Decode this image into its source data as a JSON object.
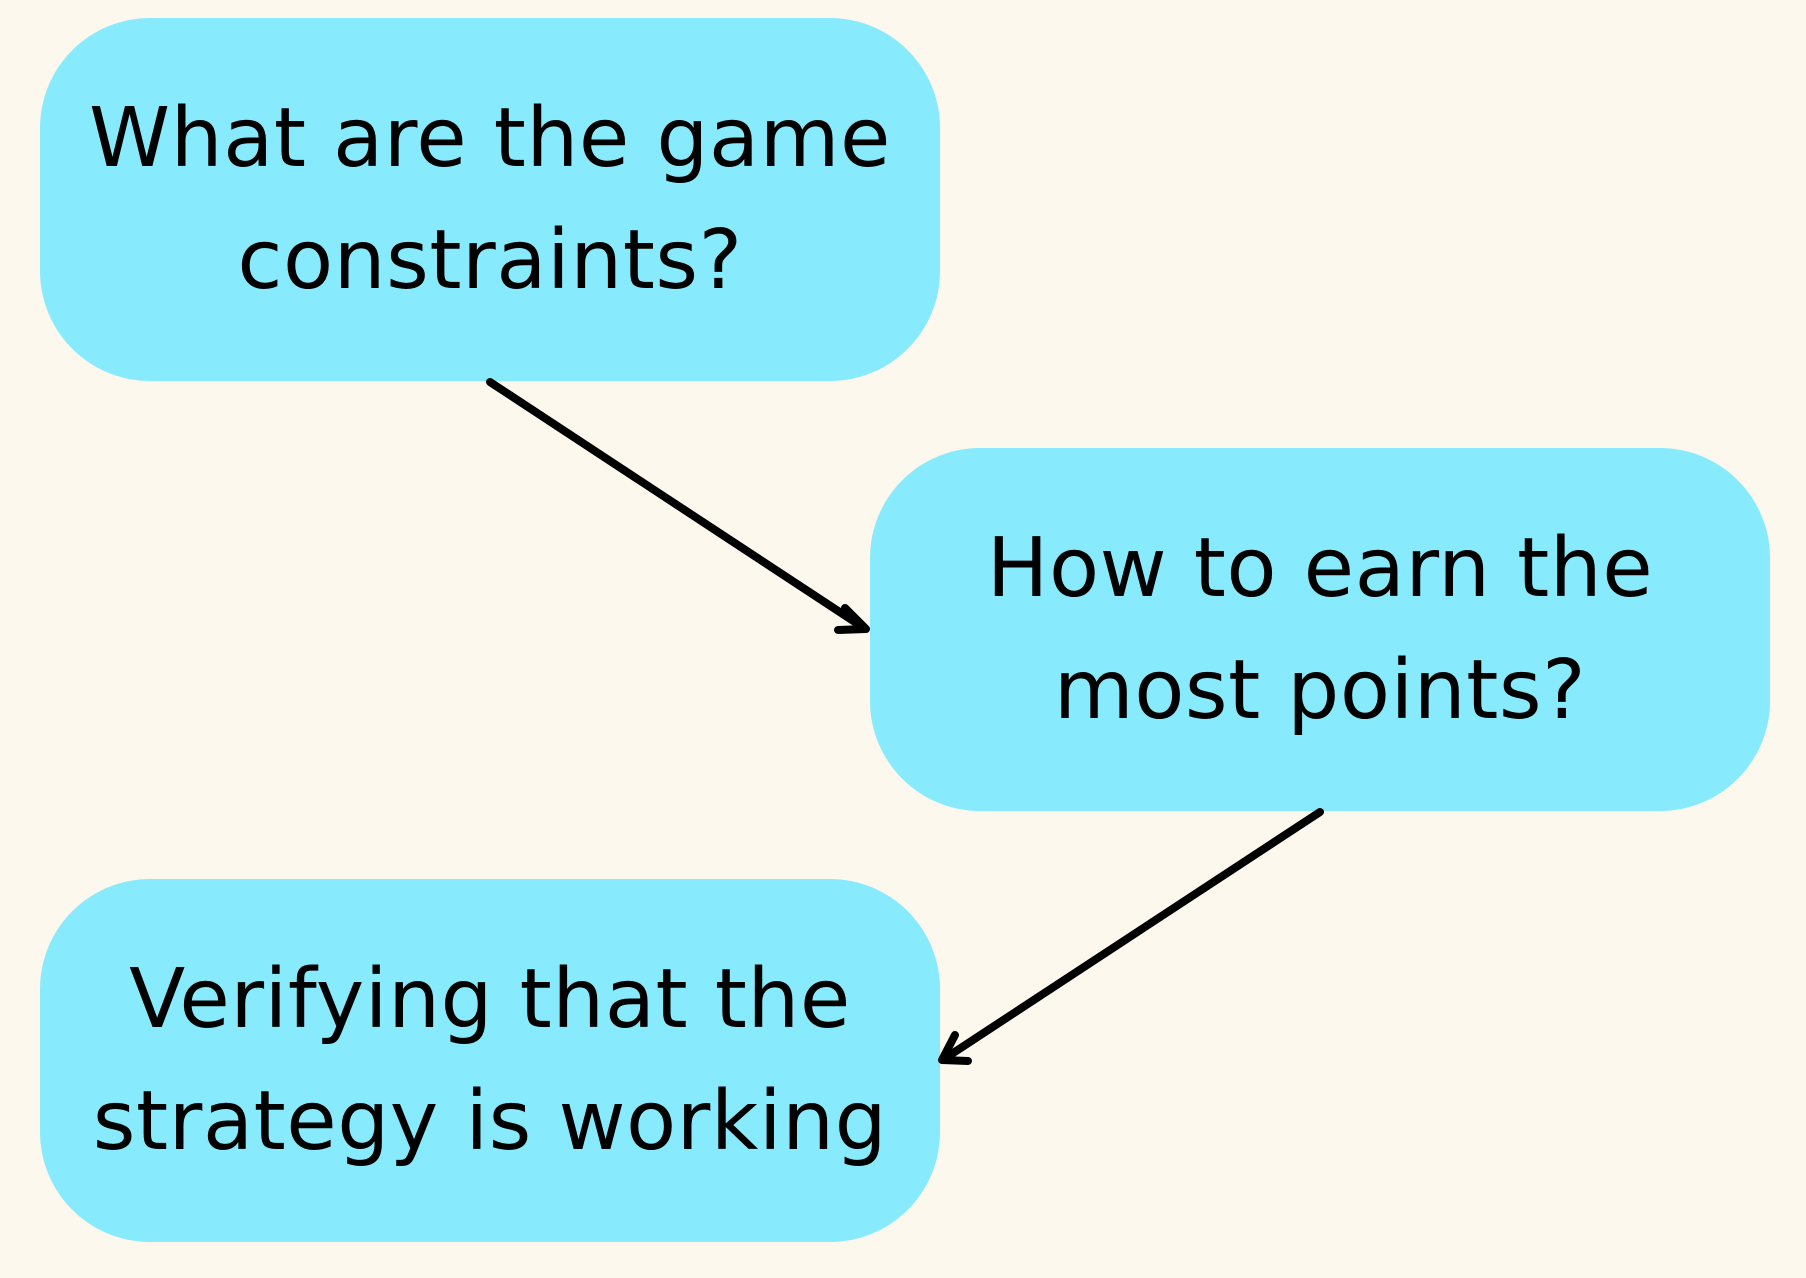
{
  "diagram": {
    "nodes": [
      {
        "id": "constraints",
        "lines": [
          "What are the game",
          "constraints?"
        ]
      },
      {
        "id": "points",
        "lines": [
          "How to earn the",
          "most points?"
        ]
      },
      {
        "id": "verify",
        "lines": [
          "Verifying that the",
          "strategy is working"
        ]
      }
    ],
    "edges": [
      {
        "from": "constraints",
        "to": "points"
      },
      {
        "from": "points",
        "to": "verify"
      }
    ]
  }
}
